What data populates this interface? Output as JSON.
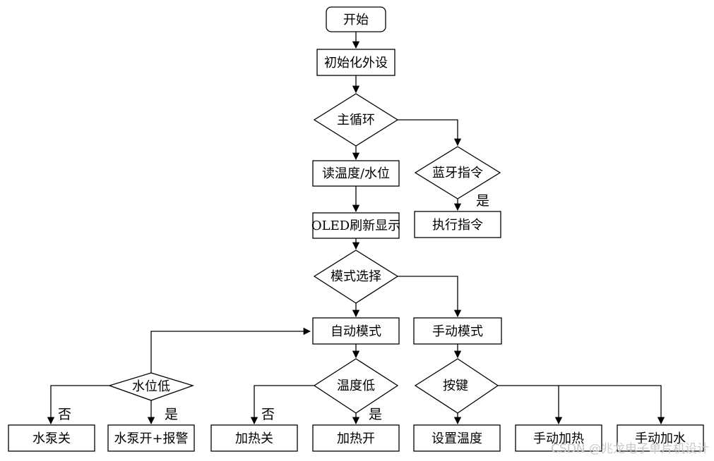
{
  "nodes": {
    "start": "开始",
    "init": "初始化外设",
    "main_loop": "主循环",
    "read": "读温度/水位",
    "bluetooth": "蓝牙指令",
    "execute": "执行指令",
    "oled": "OLED刷新显示",
    "mode_select": "模式选择",
    "auto_mode": "自动模式",
    "manual_mode": "手动模式",
    "water_low": "水位低",
    "temp_low": "温度低",
    "buttons": "按键",
    "pump_off": "水泵关",
    "pump_on_alarm": "水泵开+报警",
    "heat_off": "加热关",
    "heat_on": "加热开",
    "set_temp": "设置温度",
    "manual_heat": "手动加热",
    "manual_water": "手动加水"
  },
  "edge_labels": {
    "yes": "是",
    "no": "否"
  },
  "watermark": "CSDN @兆龙电子单片机设计"
}
